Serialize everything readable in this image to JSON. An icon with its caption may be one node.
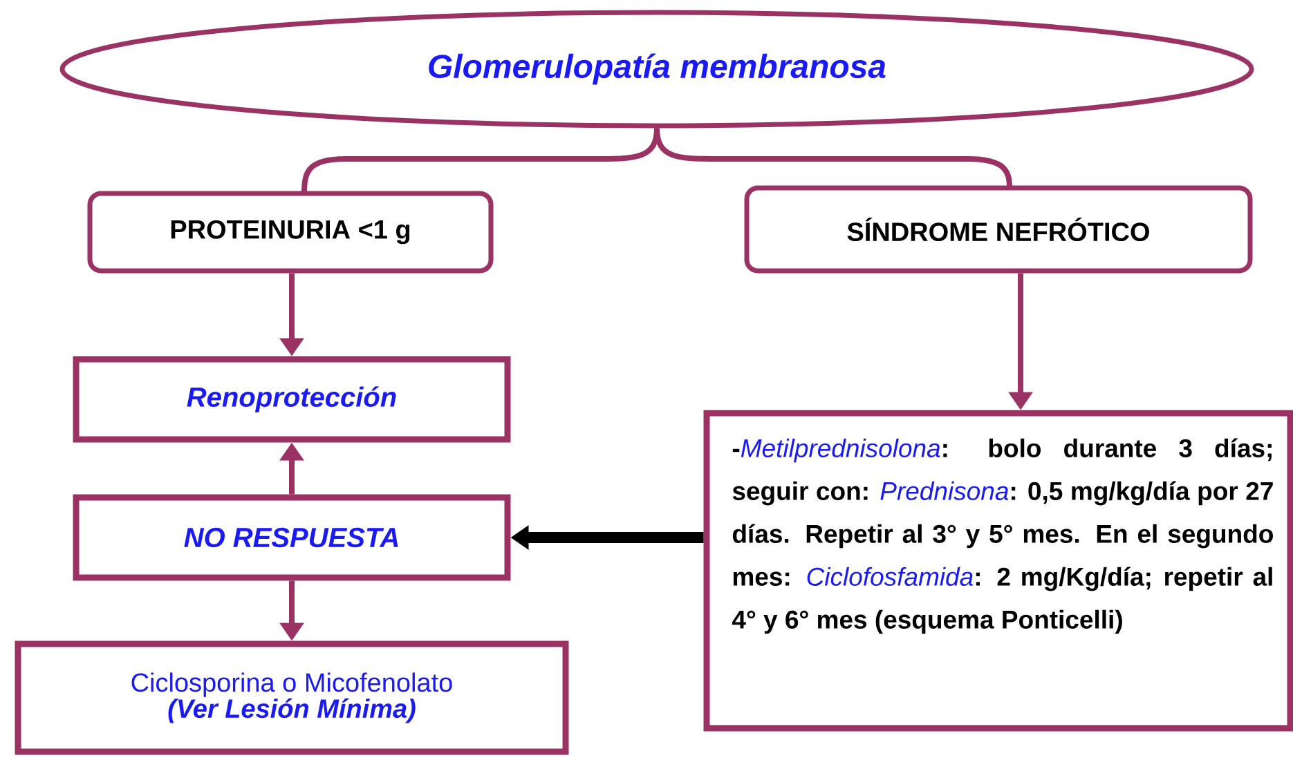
{
  "diagram": {
    "nodes": [
      {
        "text": [
          "Glomerulopatía membranosa"
        ]
      },
      {
        "text": [
          "PROTEINURIA <1 g"
        ]
      },
      {
        "text": [
          "SÍNDROME NEFRÓTICO"
        ]
      },
      {
        "text": [
          "Renoprotección"
        ]
      },
      {
        "text": [
          "NO RESPUESTA"
        ]
      },
      {
        "text": [
          "Ciclosporina o Micofenolato",
          "(Ver Lesión Mínima)"
        ]
      },
      {
        "text": [
          "-*Metilprednisolona*: bolo durante 3 días; seguir con: *Prednisona*: 0,5 mg/kg/día por 27 días. Repetir al 3° y 5° mes. En el segundo mes: *Ciclofosfamida*: 2 mg/Kg/día; repetir al 4° y 6° mes (esquema Ponticelli)"
        ]
      }
    ],
    "edges": [
      {
        "from": 0,
        "to": 1,
        "arrow": "none"
      },
      {
        "from": 0,
        "to": 2,
        "arrow": "none"
      },
      {
        "from": 1,
        "to": 3,
        "arrow": "to"
      },
      {
        "from": 4,
        "to": 3,
        "arrow": "to"
      },
      {
        "from": 4,
        "to": 5,
        "arrow": "to"
      },
      {
        "from": 2,
        "to": 6,
        "arrow": "to"
      },
      {
        "from": 6,
        "to": 4,
        "arrow": "to",
        "style": "thick",
        "color": "#000000"
      }
    ]
  }
}
